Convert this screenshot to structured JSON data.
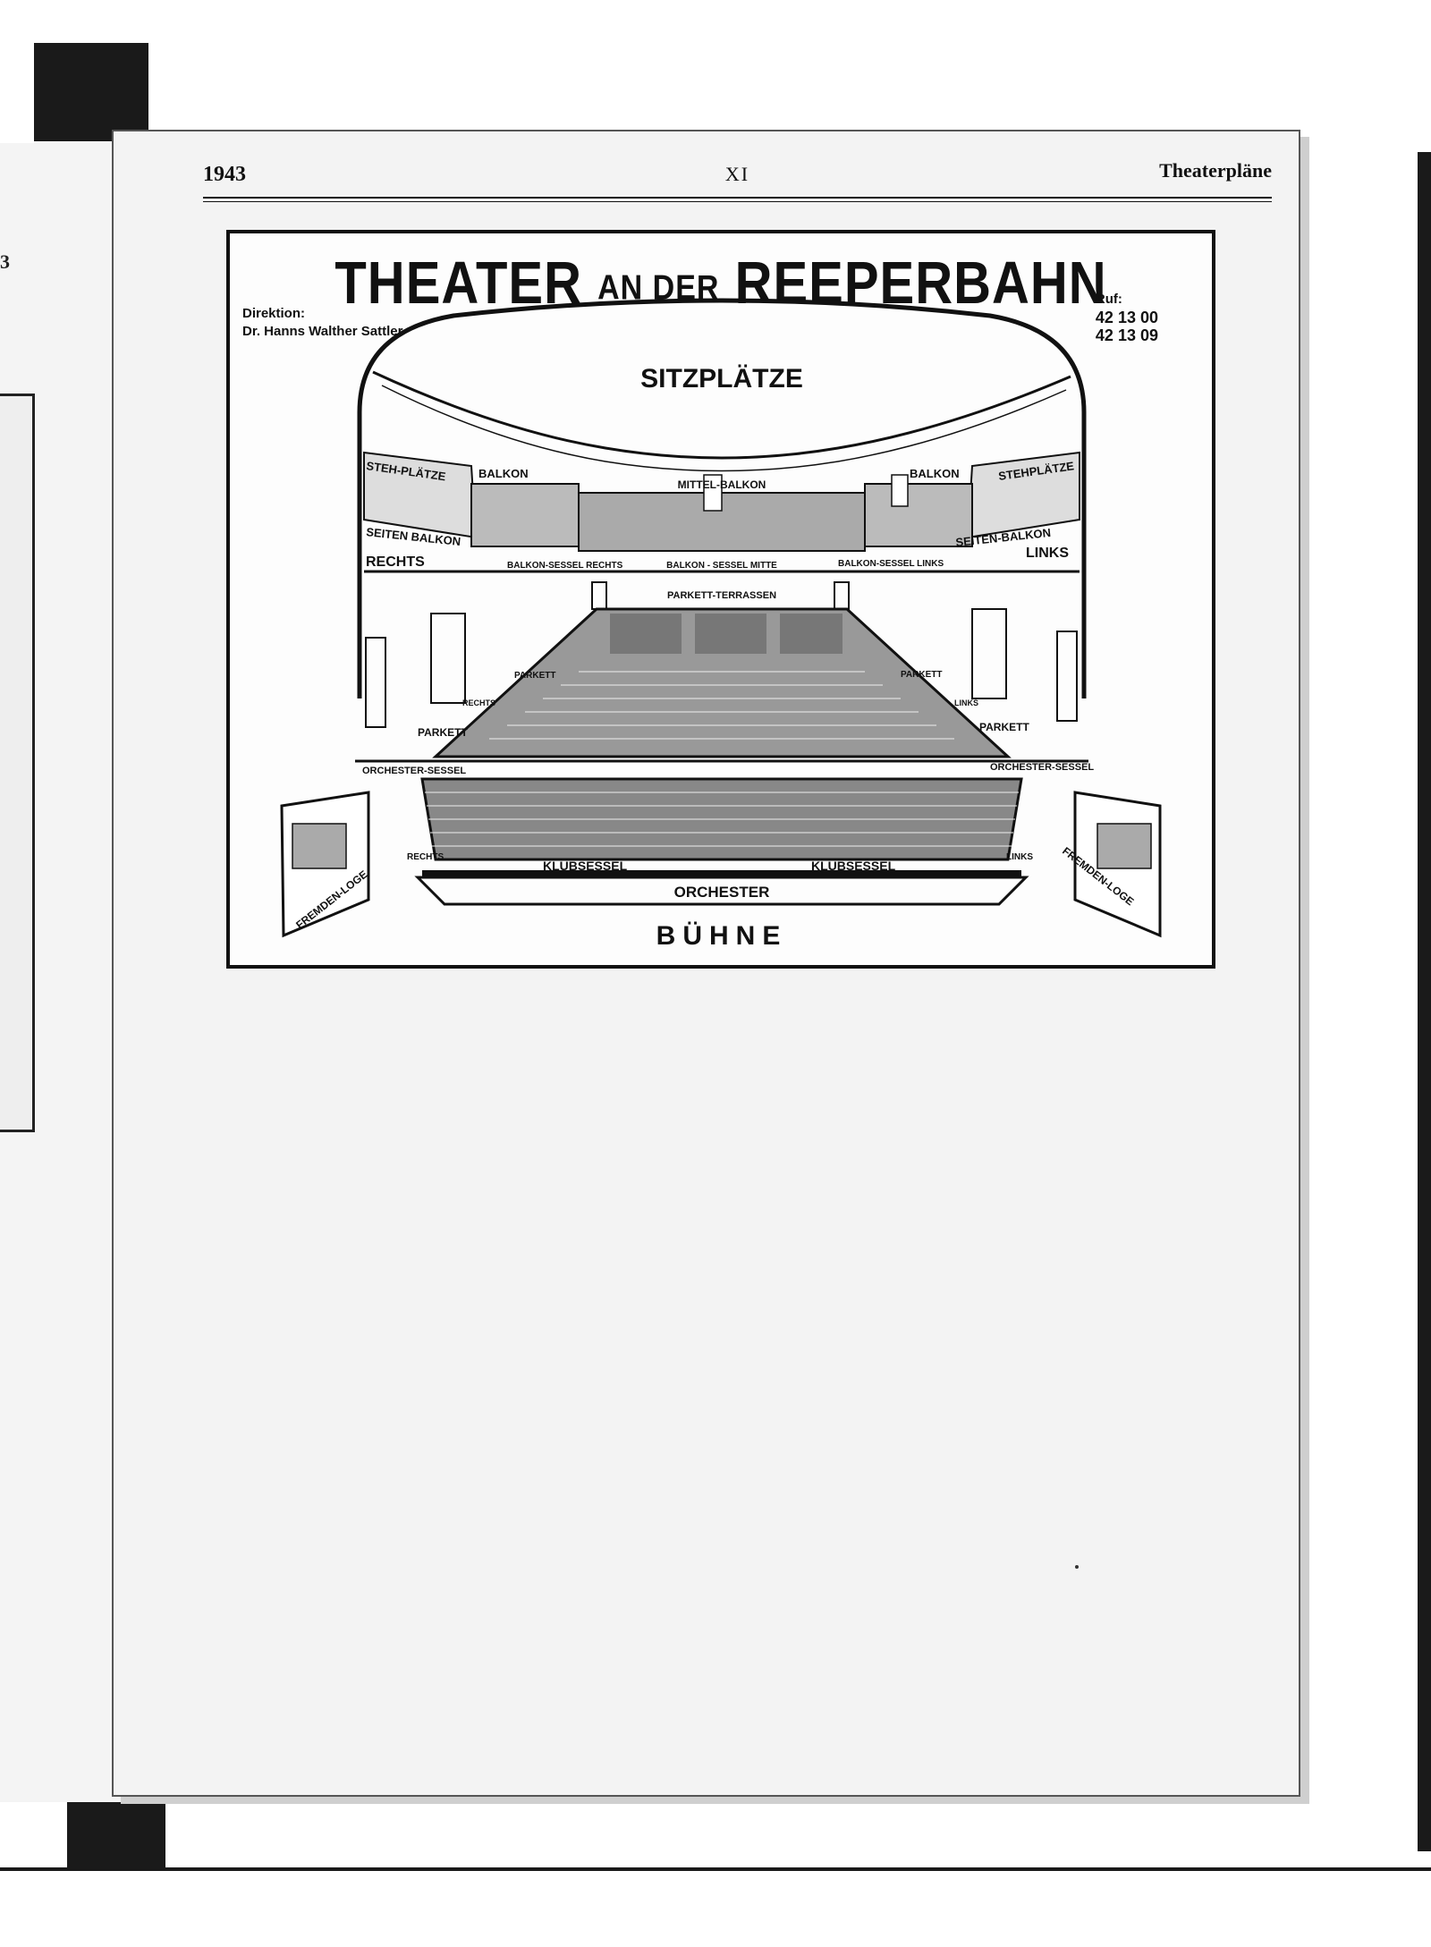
{
  "header": {
    "year": "1943",
    "page_number": "XI",
    "section": "Theaterpläne"
  },
  "left_page": {
    "fragment": "3"
  },
  "plan": {
    "title_part1": "THEATER",
    "title_part2": "AN DER",
    "title_part3": "REEPERBAHN",
    "direction_label": "Direktion:",
    "director": "Dr. Hanns Walther Sattler",
    "phone_label": "Ruf:",
    "phone_numbers": [
      "42 13 00",
      "42 13 09"
    ],
    "subtitle": "SITZPLÄTZE",
    "labels": {
      "steh_left": "STEH-PLÄTZE",
      "steh_right": "STEHPLÄTZE",
      "balkon_left": "BALKON",
      "balkon_right": "BALKON",
      "mittel_balkon": "MITTEL-BALKON",
      "seiten_balkon_left": "SEITEN BALKON",
      "seiten_balkon_right": "SEITEN-BALKON",
      "rechts": "RECHTS",
      "links": "LINKS",
      "balkon_sessel_rechts": "BALKON-SESSEL RECHTS",
      "balkon_sessel_mitte": "BALKON - SESSEL MITTE",
      "balkon_sessel_links": "BALKON-SESSEL LINKS",
      "parkett_terrassen": "PARKETT-TERRASSEN",
      "parkett": "PARKETT",
      "parkett_rechts_small": "RECHTS",
      "parkett_links_small": "LINKS",
      "orchester_sessel": "ORCHESTER-SESSEL",
      "klubsessel": "KLUBSESSEL",
      "rechts_small": "RECHTS",
      "links_small": "LINKS",
      "orchester": "ORCHESTER",
      "fremden_loge": "FREMDEN-LOGE",
      "buehne": "BÜHNE"
    }
  }
}
